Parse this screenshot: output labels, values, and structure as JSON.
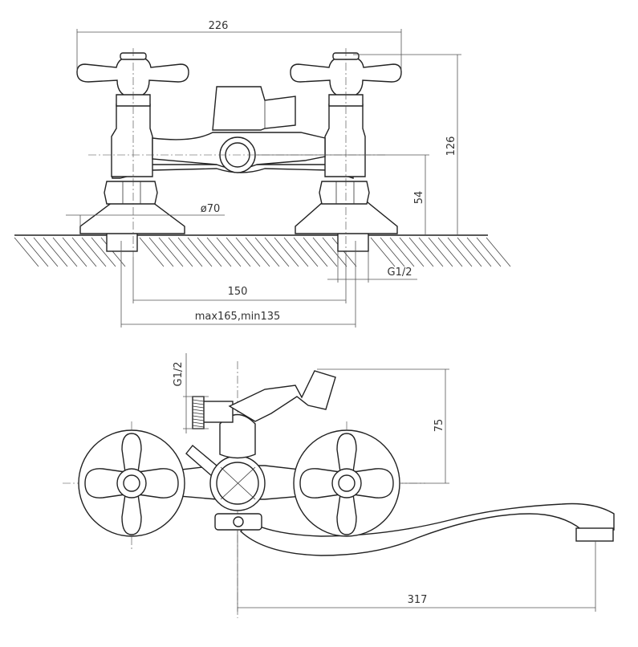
{
  "dimensions": {
    "overall_width": "226",
    "height": "126",
    "inlet_height": "54",
    "flange_diameter": "ø70",
    "inlet_spacing": "150",
    "inlet_range": "max165,min135",
    "thread_front": "G1/2",
    "thread_side": "G1/2",
    "handle_height": "75",
    "spout_reach": "317"
  },
  "colors": {
    "line": "#222222",
    "background": "#ffffff"
  }
}
